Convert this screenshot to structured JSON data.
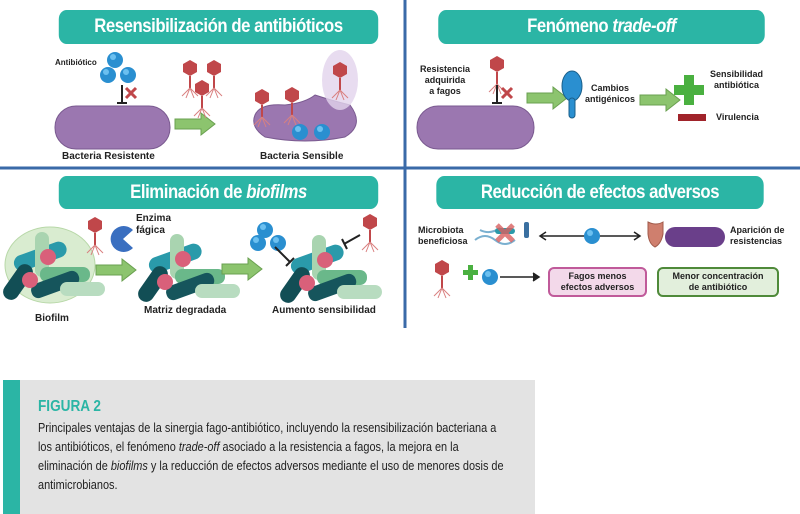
{
  "panels": {
    "resensitization": {
      "title": "Resensibilización de antibióticos",
      "antibiotic": "Antibiótico",
      "left": "Bacteria Resistente",
      "right": "Bacteria Sensible"
    },
    "tradeoff": {
      "title_main": "Fenómeno ",
      "title_italic": "trade-off",
      "resistance": "Resistencia\nadquirida\na fagos",
      "changes": "Cambios\nantigénicos",
      "sensitivity": "Sensibilidad\nantibiótica",
      "virulence": "Virulencia"
    },
    "biofilm": {
      "title_main": "Eliminación de ",
      "title_italic": "biofilms",
      "enzyme": "Enzima\nfágica",
      "biofilm": "Biofilm",
      "degraded": "Matriz degradada",
      "increase": "Aumento sensibilidad"
    },
    "adverse": {
      "title": "Reducción de efectos adversos",
      "microbiota": "Microbiota\nbeneficiosa",
      "resistance": "Aparición de\nresistencias",
      "box1": "Fagos menos\nefectos adversos",
      "box2": "Menor concentración\nde antibiótico"
    }
  },
  "caption": {
    "label": "FIGURA 2",
    "t1": "Principales ventajas de la sinergia fago-antibiótico, incluyendo la resensibilización bacteriana a los antibióticos, el fenómeno ",
    "t2": "trade-off",
    "t3": " asociado a la resistencia a fagos, la mejora en la eliminación de ",
    "t4": "biofilms",
    "t5": " y la reducción de efectos adversos mediante el uso de menores dosis de antimicrobianos."
  },
  "colors": {
    "teal": "#2bb5a5",
    "divider": "#3a6aa8",
    "bacteria": "#9b77b0",
    "phage": "#c0474a",
    "antibiotic": "#2a8fd0",
    "arrow": "#8cc46e"
  }
}
